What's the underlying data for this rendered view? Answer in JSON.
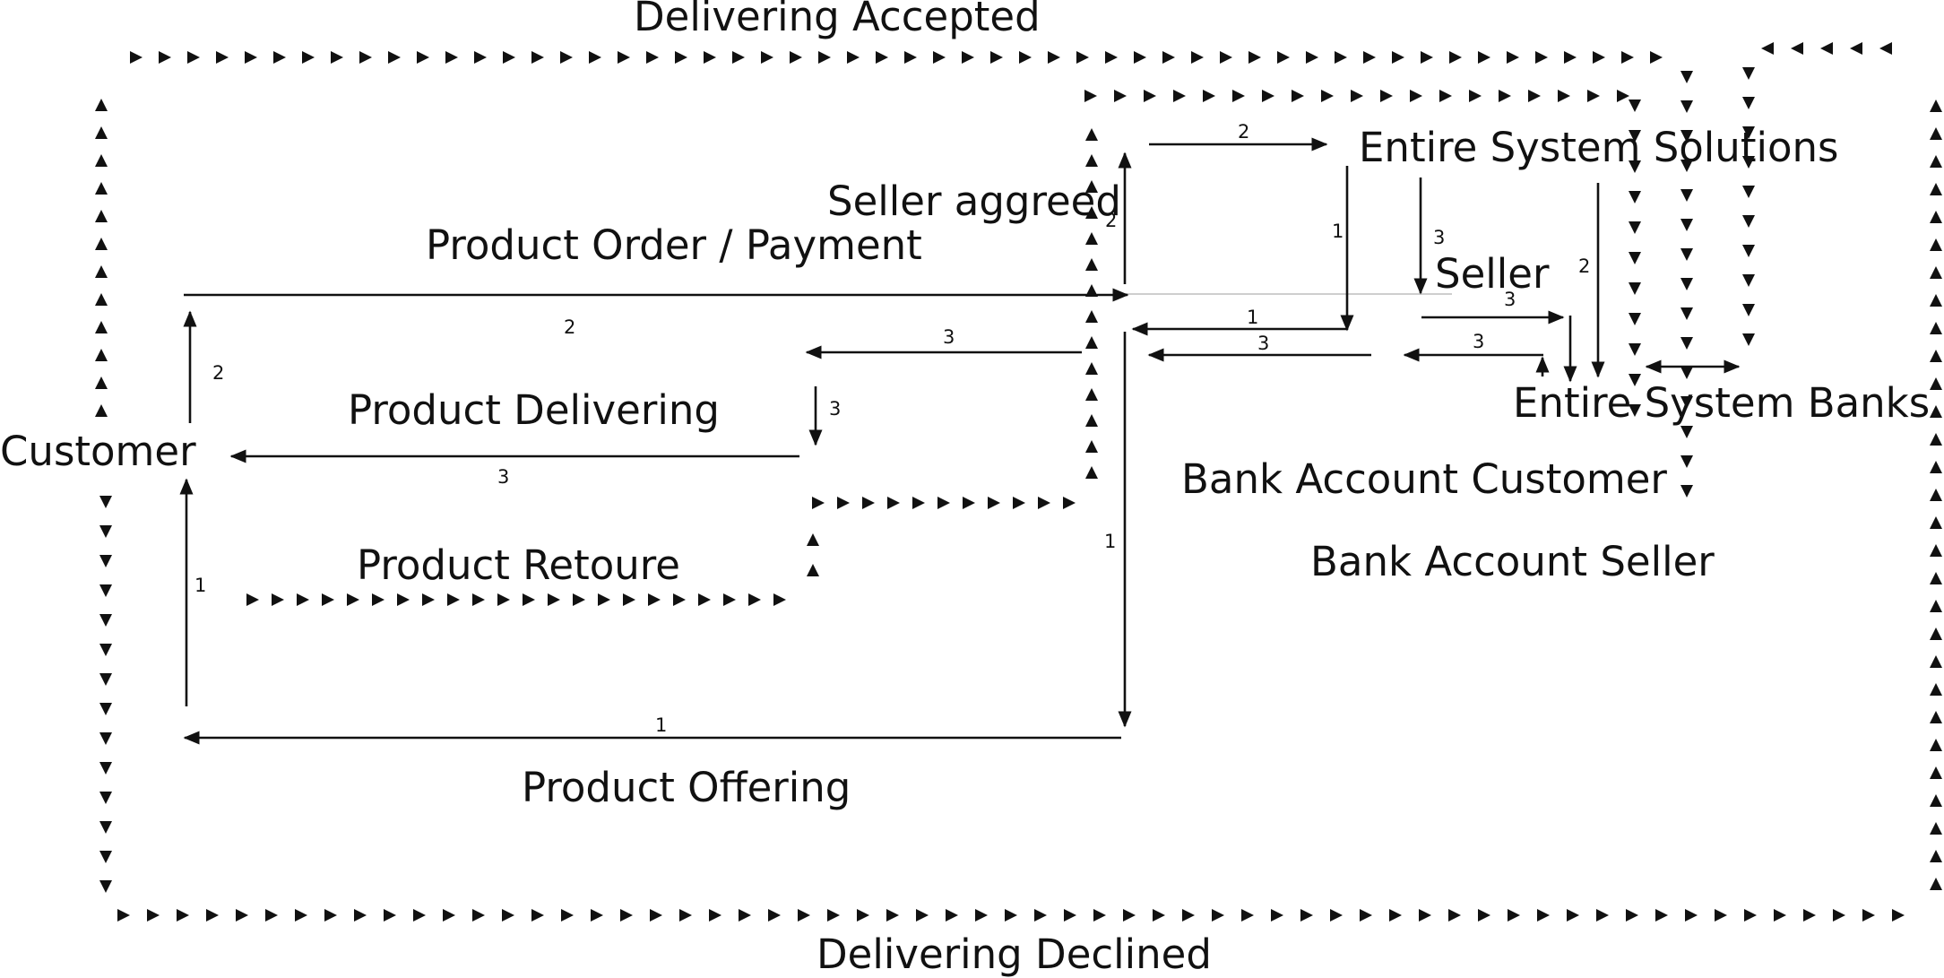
{
  "labels": {
    "delivering_accepted": "Delivering Accepted",
    "delivering_declined": "Delivering Declined",
    "customer": "Customer",
    "product_order_payment": "Product Order / Payment",
    "product_delivering": "Product Delivering",
    "product_retoure": "Product Retoure",
    "product_offering": "Product Offering",
    "seller_aggreed": "Seller aggreed",
    "entire_system_solutions": "Entire System Solutions",
    "seller": "Seller",
    "entire_system_banks": "Entire System Banks",
    "bank_account_customer": "Bank Account Customer",
    "bank_account_seller": "Bank Account Seller"
  },
  "step_numbers": {
    "order_bottom": "2",
    "customer_up_top": "2",
    "customer_up_bottom": "1",
    "delivery_left": "3",
    "delivery_down": "3",
    "delivery_bottom": "3",
    "offering": "1",
    "center_down": "1",
    "seller_up": "2",
    "to_solutions": "2",
    "solutions_down": "1",
    "center_in_1": "1",
    "center_in_3": "3",
    "seller_down": "3",
    "seller_right": "3",
    "banks_left": "3",
    "solutions_banks": "2"
  },
  "colors": {
    "ink": "#111111",
    "background": "#ffffff",
    "connector": "#bdbdbd"
  },
  "edge_styles": {
    "solid": "solid arrow",
    "dotted": "chain of triangle markers"
  }
}
